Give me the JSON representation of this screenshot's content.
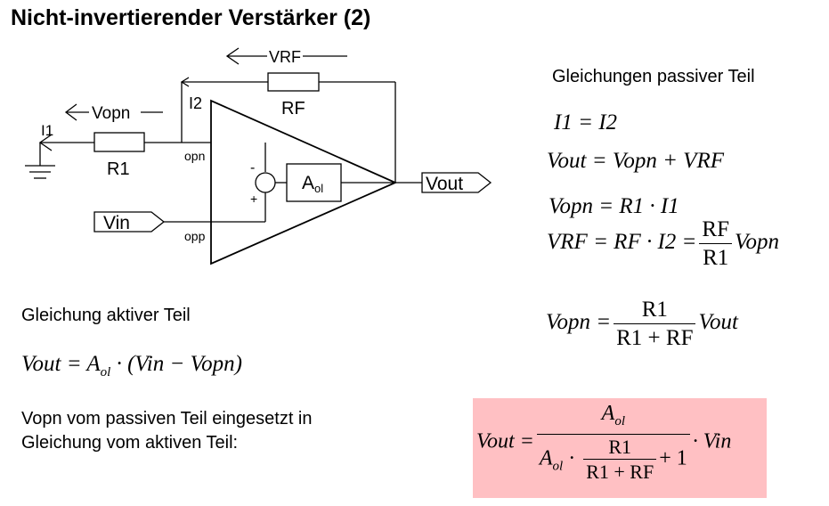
{
  "title": "Nicht-invertierender Verstärker (2)",
  "circuit": {
    "label_vrf": "VRF",
    "label_rf": "RF",
    "label_i2": "I2",
    "label_vopn": "Vopn",
    "label_i1": "I1",
    "label_r1": "R1",
    "label_opn": "opn",
    "label_opp": "opp",
    "label_minus": "-",
    "label_plus": "+",
    "label_a": "A",
    "label_a_sub": "ol",
    "label_vin": "Vin",
    "label_vout": "Vout"
  },
  "passive": {
    "heading": "Gleichungen passiver Teil",
    "eq1": "I1 = I2",
    "eq2": "Vout = Vopn + VRF",
    "eq3": "Vopn = R1 · I1",
    "eq4_lhs": "VRF = RF · I2 =",
    "eq4_num": "RF",
    "eq4_den": "R1",
    "eq4_rhs": "Vopn"
  },
  "active": {
    "heading": "Gleichung aktiver Teil",
    "eq_lhs": "Vout = A",
    "eq_sub": "ol",
    "eq_rhs": " · (Vin − Vopn)"
  },
  "vopn_eq": {
    "lhs": "Vopn =",
    "num": "R1",
    "den": "R1 + RF",
    "rhs": "Vout"
  },
  "substitution": {
    "line1": "Vopn vom passiven Teil eingesetzt in",
    "line2": "Gleichung vom aktiven Teil:"
  },
  "result": {
    "lhs": "Vout =",
    "num_a": "A",
    "num_sub": "ol",
    "den_a": "A",
    "den_sub": "ol",
    "den_dot": " · ",
    "den_frac_num": "R1",
    "den_frac_den": "R1 + RF",
    "den_tail": "+ 1",
    "rhs": "· Vin",
    "highlight_color": "#ffc0c3"
  }
}
